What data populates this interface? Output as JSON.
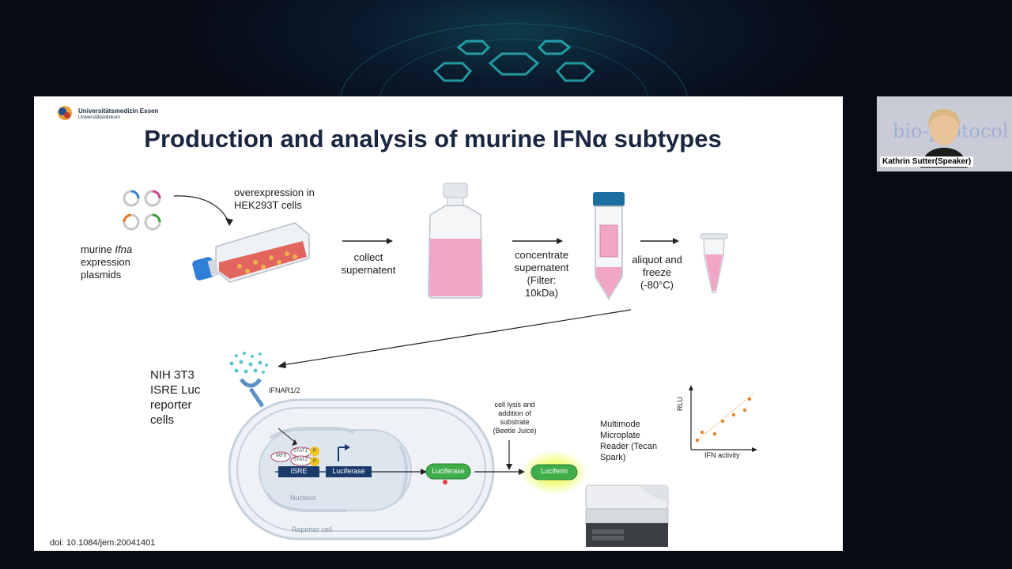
{
  "colors": {
    "accent_navy": "#1a2640",
    "pink_medium": "#f2a6c6",
    "green_badge": "#4caf50",
    "flask_blue": "#2f7fd6"
  },
  "slide": {
    "logo": {
      "line1": "Universitätsmedizin Essen",
      "line2": "Universitätsklinikum"
    },
    "title": "Production and analysis of murine IFNα subtypes",
    "workflow": {
      "plasmids_label_pre": "murine ",
      "plasmids_label_italic": "Ifna",
      "plasmids_label_line2": "expression",
      "plasmids_label_line3": "plasmids",
      "overexpression_line1": "overexpression in",
      "overexpression_line2": "HEK293T cells",
      "collect_line1": "collect",
      "collect_line2": "supernatent",
      "concentrate_line1": "concentrate",
      "concentrate_line2": "supernatent",
      "concentrate_line3": "(Filter:",
      "concentrate_line4": "10kDa)",
      "aliquot_line1": "aliquot and",
      "aliquot_line2": "freeze",
      "aliquot_line3": "(-80°C)"
    },
    "assay": {
      "cells_line1": "NIH 3T3",
      "cells_line2": "ISRE Luc",
      "cells_line3": "reporter",
      "cells_line4": "cells",
      "receptor": "IFNAR1/2",
      "irf9": "IRF9",
      "stat1": "STAT1",
      "stat2": "STAT2",
      "p": "P",
      "isre": "ISRE",
      "luciferase_gene": "Luciferase",
      "luciferase_protein": "Luciferase",
      "nucleus": "Nucleus",
      "reporter_cell": "Reporter cell",
      "lysis_line1": "cell lysis and",
      "lysis_line2": "addition of",
      "lysis_line3": "substrate",
      "lysis_line4": "(Beetle Juice)",
      "luciferin": "Luciferin",
      "reader_line1": "Multimode",
      "reader_line2": "Microplate",
      "reader_line3": "Reader (Tecan",
      "reader_line4": "Spark)",
      "plot_ylabel": "RLU",
      "plot_xlabel": "IFN activity"
    },
    "doi": "doi: 10.1084/jem.20041401"
  },
  "speaker": {
    "name": "Kathrin Sutter(Speaker)",
    "background_text": "bio-protocol"
  }
}
